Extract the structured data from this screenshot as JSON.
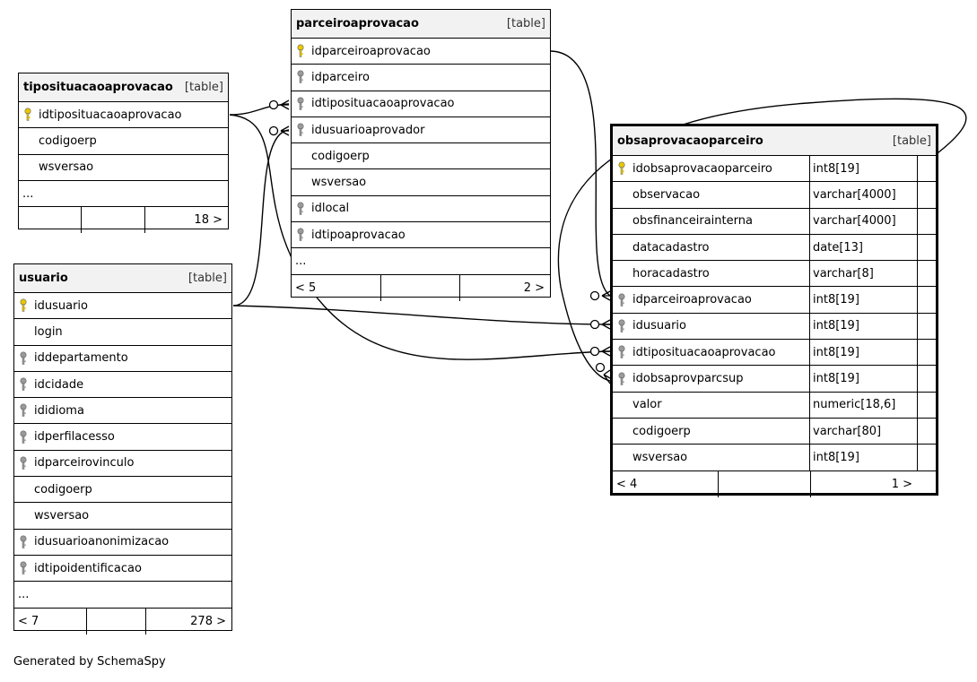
{
  "tables": {
    "parceiroaprovacao": {
      "name": "parceiroaprovacao",
      "type": "[table]",
      "columns": [
        {
          "name": "idparceiroaprovacao",
          "key": "pk-key-icon"
        },
        {
          "name": "idparceiro",
          "key": "fk-key-icon"
        },
        {
          "name": "idtiposituacaoaprovacao",
          "key": "fk-key-icon"
        },
        {
          "name": "idusuarioaprovador",
          "key": "fk-key-icon"
        },
        {
          "name": "codigoerp",
          "key": ""
        },
        {
          "name": "wsversao",
          "key": ""
        },
        {
          "name": "idlocal",
          "key": "fk-key-icon"
        },
        {
          "name": "idtipoaprovacao",
          "key": "fk-key-icon"
        }
      ],
      "ellipsis": "...",
      "footer": {
        "left": "< 5",
        "mid": "",
        "right": "2 >"
      }
    },
    "tiposituacaoaprovacao": {
      "name": "tiposituacaoaprovacao",
      "type": "[table]",
      "columns": [
        {
          "name": "idtiposituacaoaprovacao",
          "key": "pk-key-icon"
        },
        {
          "name": "codigoerp",
          "key": ""
        },
        {
          "name": "wsversao",
          "key": ""
        }
      ],
      "ellipsis": "...",
      "footer": {
        "left": "",
        "mid": "",
        "right": "18 >"
      }
    },
    "usuario": {
      "name": "usuario",
      "type": "[table]",
      "columns": [
        {
          "name": "idusuario",
          "key": "pk-key-icon"
        },
        {
          "name": "login",
          "key": ""
        },
        {
          "name": "iddepartamento",
          "key": "fk-key-icon"
        },
        {
          "name": "idcidade",
          "key": "fk-key-icon"
        },
        {
          "name": "ididioma",
          "key": "fk-key-icon"
        },
        {
          "name": "idperfilacesso",
          "key": "fk-key-icon"
        },
        {
          "name": "idparceirovinculo",
          "key": "fk-key-icon"
        },
        {
          "name": "codigoerp",
          "key": ""
        },
        {
          "name": "wsversao",
          "key": ""
        },
        {
          "name": "idusuarioanonimizacao",
          "key": "fk-key-icon"
        },
        {
          "name": "idtipoidentificacao",
          "key": "fk-key-icon"
        }
      ],
      "ellipsis": "...",
      "footer": {
        "left": "< 7",
        "mid": "",
        "right": "278 >"
      }
    },
    "obsaprovacaoparceiro": {
      "name": "obsaprovacaoparceiro",
      "type": "[table]",
      "columns": [
        {
          "name": "idobsaprovacaoparceiro",
          "type": "int8[19]",
          "key": "pk-key-icon"
        },
        {
          "name": "observacao",
          "type": "varchar[4000]",
          "key": ""
        },
        {
          "name": "obsfinanceirainterna",
          "type": "varchar[4000]",
          "key": ""
        },
        {
          "name": "datacadastro",
          "type": "date[13]",
          "key": ""
        },
        {
          "name": "horacadastro",
          "type": "varchar[8]",
          "key": ""
        },
        {
          "name": "idparceiroaprovacao",
          "type": "int8[19]",
          "key": "fk-key-icon"
        },
        {
          "name": "idusuario",
          "type": "int8[19]",
          "key": "fk-key-icon"
        },
        {
          "name": "idtiposituacaoaprovacao",
          "type": "int8[19]",
          "key": "fk-key-icon"
        },
        {
          "name": "idobsaprovparcsup",
          "type": "int8[19]",
          "key": "fk-key-icon"
        },
        {
          "name": "valor",
          "type": "numeric[18,6]",
          "key": ""
        },
        {
          "name": "codigoerp",
          "type": "varchar[80]",
          "key": ""
        },
        {
          "name": "wsversao",
          "type": "int8[19]",
          "key": ""
        }
      ],
      "footer": {
        "left": "< 4",
        "mid": "",
        "right": "1 >"
      }
    }
  },
  "colors": {
    "pk_key": "#e8c800",
    "fk_key": "#9a9a9a",
    "header_bg": "#f2f2f2"
  },
  "generated_by": "Generated by SchemaSpy"
}
